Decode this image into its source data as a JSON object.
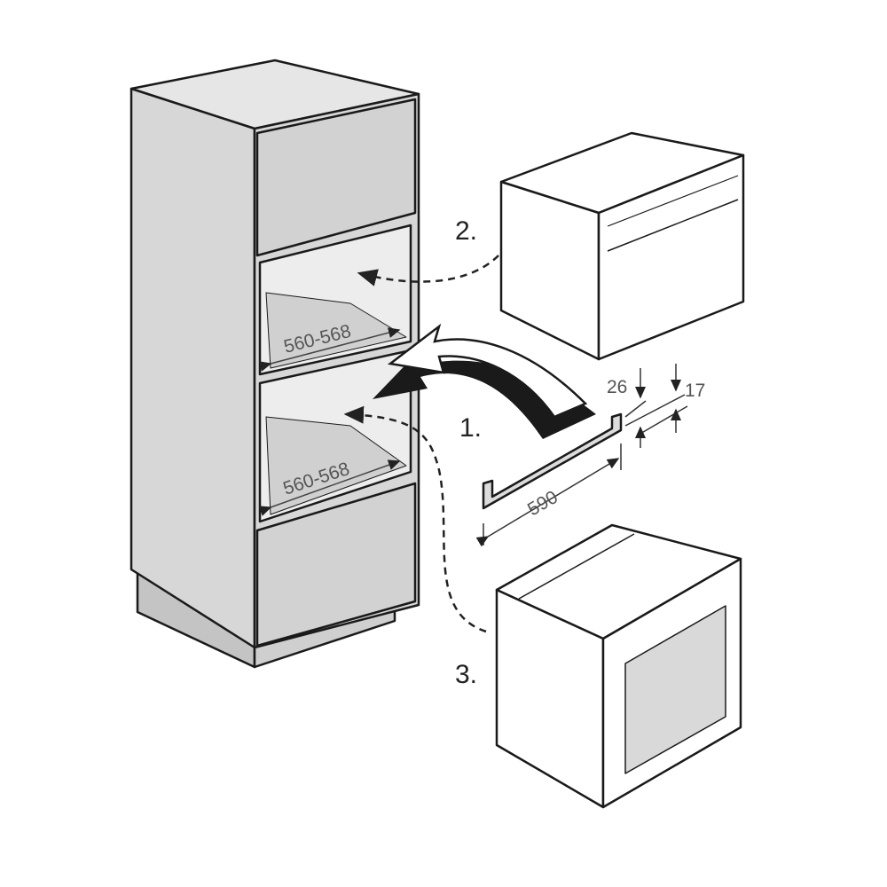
{
  "steps": {
    "step1": "1.",
    "step2": "2.",
    "step3": "3."
  },
  "dimensions": {
    "upper_niche_depth": "560-568",
    "lower_niche_depth": "560-568",
    "rail_length": "590",
    "rail_height_outer": "26",
    "rail_height_inner": "17"
  },
  "colors": {
    "cabinet": "#d7d7d7",
    "plinth": "#c4c4c4",
    "outline": "#1a1a1a",
    "window": "#d9d9d9"
  }
}
